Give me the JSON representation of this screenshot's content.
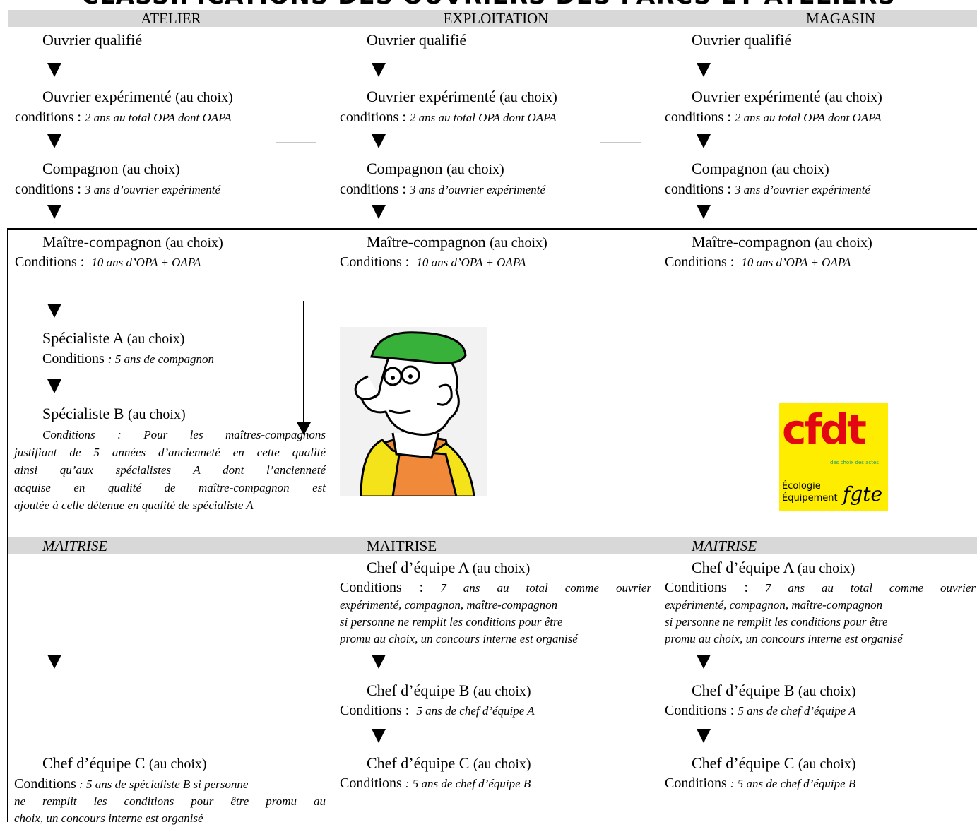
{
  "title": "CLASSIFICATIONS DES OUVRIERS DES PARCS ET ATELIERS",
  "headers": {
    "atelier": "ATELIER",
    "exploitation": "EXPLOITATION",
    "magasin": "MAGASIN"
  },
  "common": {
    "ouvrier_qualifie": "Ouvrier qualifié",
    "ouvrier_experimente": "Ouvrier expérimenté",
    "compagnon": "Compagnon",
    "maitre_compagnon": "Maître-compagnon",
    "au_choix": "(au choix)",
    "conditions_lc": "conditions :",
    "conditions_uc": "Conditions :",
    "cond_oe": "2 ans au total OPA dont OAPA",
    "cond_comp": "3 ans d’ouvrier  expérimenté",
    "cond_mc": "10 ans d’OPA + OAPA",
    "chef_a": "Chef d’équipe A",
    "chef_b": "Chef d’équipe B",
    "chef_c": "Chef d’équipe C",
    "cond_chef_a_1": "7 ans au total comme ouvrier",
    "cond_chef_a_2": "expérimenté, compagnon, maître-compagnon",
    "cond_chef_a_3": " si personne ne remplit les conditions pour être",
    "cond_chef_a_4": "promu au choix, un concours interne est organisé",
    "cond_chef_b": "5 ans de chef d’équipe A",
    "cond_chef_c": ": 5 ans de chef d’équipe B"
  },
  "atelier": {
    "specialiste_a": "Spécialiste A",
    "cond_spec_a": ": 5 ans de compagnon",
    "specialiste_b": "Spécialiste B",
    "cond_spec_b_label": "Conditions :",
    "cond_spec_b_1": "Pour les maîtres-compagnons",
    "cond_spec_b_2": "justifiant de 5 années d’ancienneté en cette qualité",
    "cond_spec_b_3": "ainsi qu’aux spécialistes A dont l’ancienneté",
    "cond_spec_b_4": "acquise en qualité de maître-compagnon est",
    "cond_spec_b_5": "ajoutée à celle détenue en qualité de spécialiste A",
    "maitrise": "MAITRISE",
    "cond_chef_c_1": ": 5 ans de spécialiste B si personne",
    "cond_chef_c_2": " ne remplit les conditions pour être promu au",
    "cond_chef_c_3": "choix, un concours interne est organisé"
  },
  "exploitation": {
    "maitrise": "MAITRISE"
  },
  "magasin": {
    "maitrise": "MAITRISE"
  },
  "logo": {
    "brand": "cfdt",
    "tagline": "des choix des actes",
    "line1": "Écologie",
    "line2": "Équipement",
    "signature": "fgte"
  },
  "colors": {
    "band": "#d8d8d8",
    "cfdt_red": "#e30613",
    "cfdt_green": "#1a9a6c",
    "cfdt_yellow": "#ffed00",
    "cartoon_cap": "#38b13a",
    "cartoon_shirt": "#f4e21a",
    "cartoon_overall": "#f08a3a"
  }
}
